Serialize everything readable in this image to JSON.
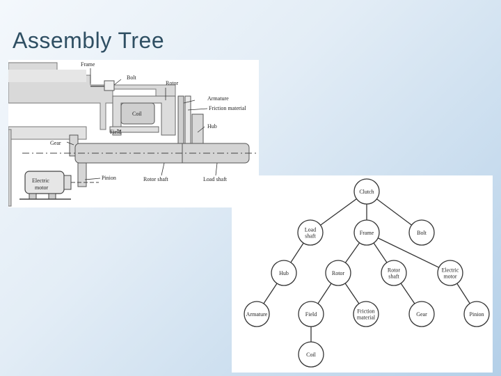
{
  "slide": {
    "title": "Assembly Tree"
  },
  "clutch_diagram": {
    "labels": {
      "frame": "Frame",
      "bolt": "Bolt",
      "rotor": "Rotor",
      "armature": "Armature",
      "friction_material": "Friction material",
      "coil": "Coil",
      "hub": "Hub",
      "field": "Field",
      "gear": "Gear",
      "electric_motor_line1": "Electric",
      "electric_motor_line2": "motor",
      "pinion": "Pinion",
      "rotor_shaft": "Rotor shaft",
      "load_shaft": "Load shaft"
    }
  },
  "assembly_tree": {
    "nodes": {
      "clutch": [
        "Clutch"
      ],
      "load_shaft": [
        "Load",
        "shaft"
      ],
      "frame": [
        "Frame"
      ],
      "bolt": [
        "Bolt"
      ],
      "hub": [
        "Hub"
      ],
      "rotor": [
        "Rotor"
      ],
      "rotor_shaft": [
        "Rotor",
        "shaft"
      ],
      "electric_motor": [
        "Electric",
        "motor"
      ],
      "armature": [
        "Armature"
      ],
      "field": [
        "Field"
      ],
      "friction_material": [
        "Friction",
        "material"
      ],
      "gear": [
        "Gear"
      ],
      "pinion": [
        "Pinion"
      ],
      "coil": [
        "Coil"
      ]
    }
  }
}
